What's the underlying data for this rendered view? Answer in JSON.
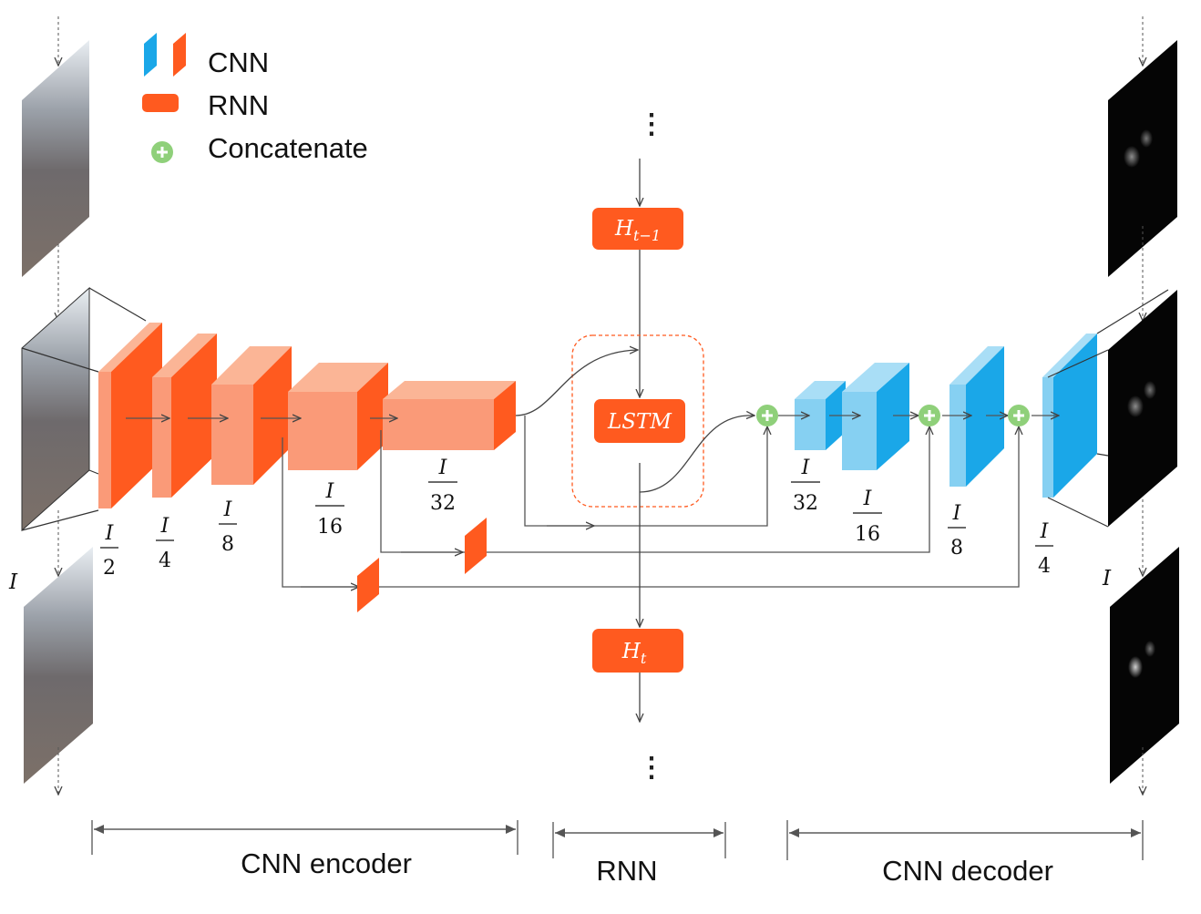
{
  "legend": {
    "cnn": "CNN",
    "rnn": "RNN",
    "concat": "Concatenate"
  },
  "input_label": "I",
  "output_label": "I",
  "encoder_scales": [
    {
      "num": "I",
      "den": "2"
    },
    {
      "num": "I",
      "den": "4"
    },
    {
      "num": "I",
      "den": "8"
    },
    {
      "num": "I",
      "den": "16"
    },
    {
      "num": "I",
      "den": "32"
    }
  ],
  "decoder_scales": [
    {
      "num": "I",
      "den": "32"
    },
    {
      "num": "I",
      "den": "16"
    },
    {
      "num": "I",
      "den": "8"
    },
    {
      "num": "I",
      "den": "4"
    }
  ],
  "rnn": {
    "h_prev_base": "H",
    "h_prev_sub": "t−1",
    "lstm": "LSTM",
    "h_cur_base": "H",
    "h_cur_sub": "t",
    "ellipsis_top": "⋮",
    "ellipsis_bottom": "⋮"
  },
  "sections": {
    "encoder": "CNN encoder",
    "rnn": "RNN",
    "decoder": "CNN decoder"
  },
  "colors": {
    "rnn_orange": "#ff5a1f",
    "rnn_light": "#fa9a78",
    "cnn_blue": "#1aa7e8",
    "cnn_light": "#86d0f2",
    "concat_green": "#8fd07a"
  }
}
